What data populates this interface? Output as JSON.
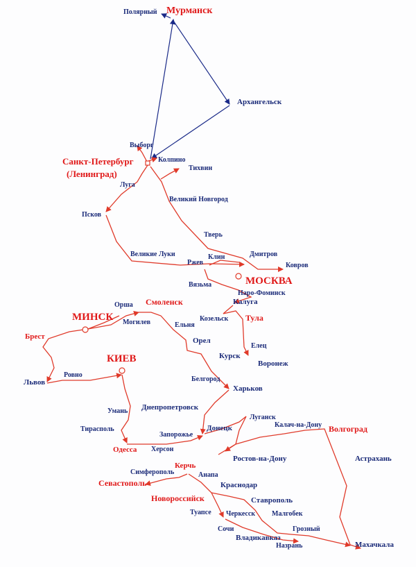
{
  "colors": {
    "route": "#e03a2a",
    "north_route": "#1a2a88",
    "city_text": "#1a2a78",
    "highlight_text": "#e01818"
  },
  "cities": {
    "murmansk": "Мурманск",
    "polyarny": "Полярный",
    "arkhangelsk": "Архангельск",
    "vyborg": "Выборг",
    "kolpino": "Колпино",
    "spb_line1": "Санкт-Петербург",
    "spb_line2": "(Ленинград)",
    "tikhvin": "Тихвин",
    "luga": "Луга",
    "veliky_novgorod": "Великий Новгород",
    "pskov": "Псков",
    "tver": "Тверь",
    "velikie_luki": "Великие Луки",
    "dmitrov": "Дмитров",
    "rzhev": "Ржев",
    "klin": "Клин",
    "kovrov": "Ковров",
    "vyazma": "Вязьма",
    "moskva": "МОСКВА",
    "naro_fominsk": "Наро-Фоминск",
    "kaluga": "Калуга",
    "orsha": "Орша",
    "smolensk": "Смоленск",
    "minsk": "МИНСК",
    "mogilev": "Могилев",
    "kozelsk": "Козельск",
    "tula": "Тула",
    "yelnya": "Ельня",
    "brest": "Брест",
    "orel": "Орел",
    "elets": "Елец",
    "kiev": "КИЕВ",
    "kursk": "Курск",
    "voronezh": "Воронеж",
    "rovno": "Ровно",
    "lvov": "Львов",
    "belgorod": "Белгород",
    "kharkov": "Харьков",
    "uman": "Умань",
    "dnepropetrovsk": "Днепропетровск",
    "lugansk": "Луганск",
    "kalach": "Калач-на-Дону",
    "volgograd": "Волгоград",
    "tiraspol": "Тирасполь",
    "donetsk": "Донецк",
    "zaporozhye": "Запорожье",
    "odessa": "Одесса",
    "kherson": "Херсон",
    "rostov": "Ростов-на-Дону",
    "astrakhan": "Астрахань",
    "kerch": "Керчь",
    "simferopol": "Симферополь",
    "sevastopol": "Севастополь",
    "anapa": "Анапа",
    "krasnodar": "Краснодар",
    "novorossiysk": "Новороссийск",
    "stavropol": "Ставрополь",
    "tuapse": "Туапсе",
    "cherkessk": "Черкесск",
    "maikop": "Малгобек",
    "sochi": "Сочи",
    "vladikavkaz": "Владикавказ",
    "grozny": "Грозный",
    "nazran": "Назрань",
    "makhachkala": "Махачкала"
  }
}
